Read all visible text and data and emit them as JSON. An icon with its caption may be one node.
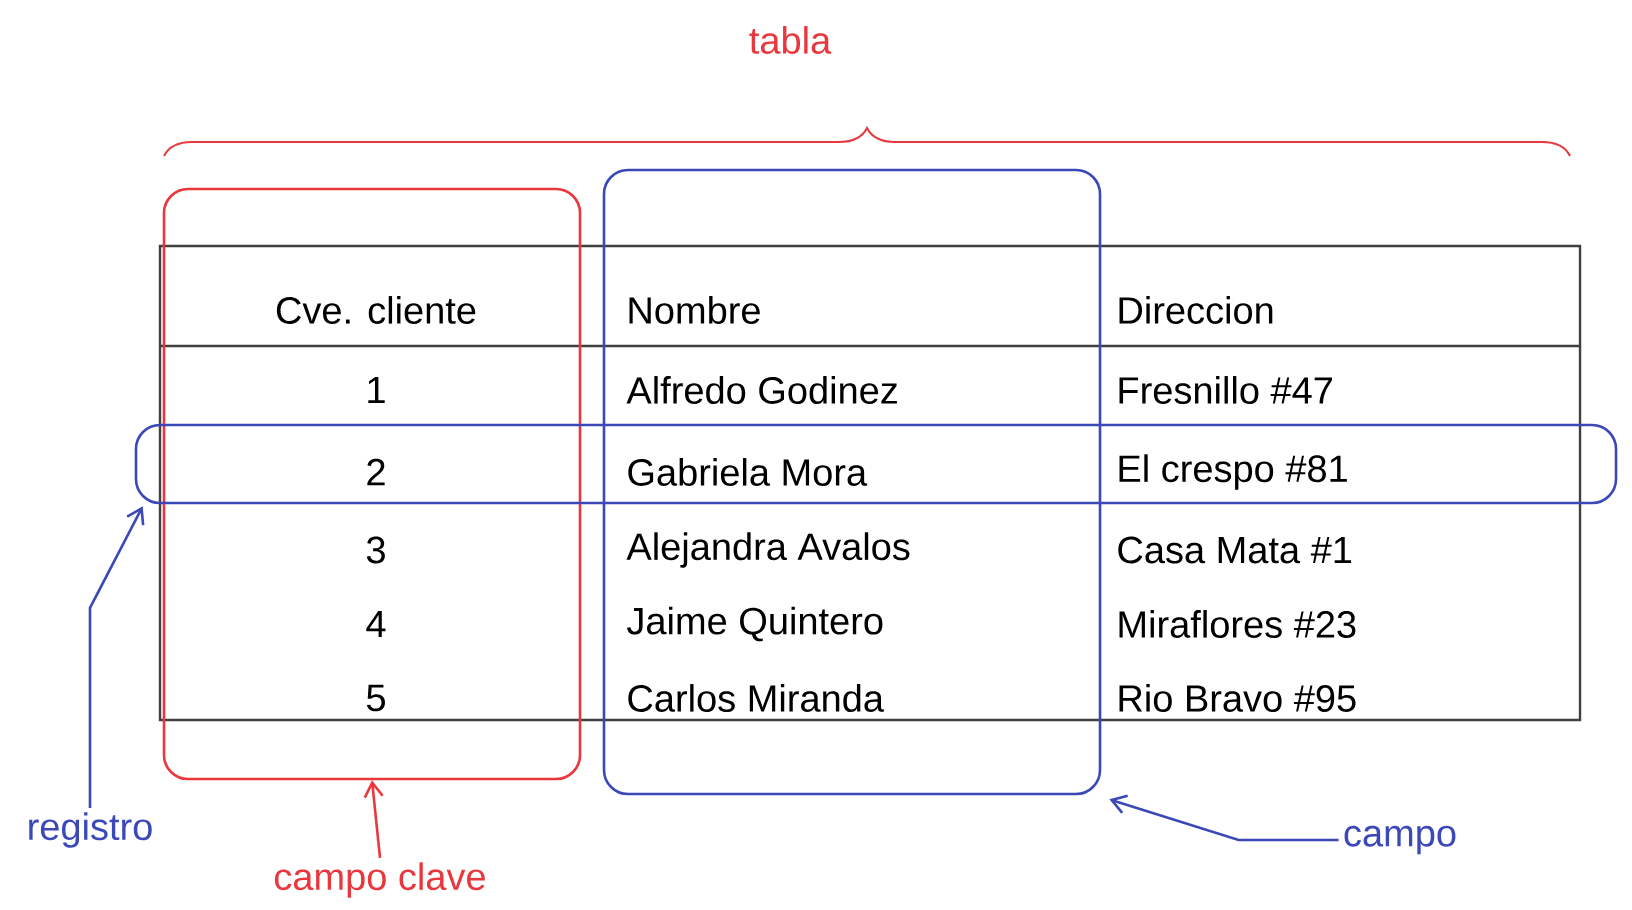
{
  "diagram": {
    "nodes": [
      {
        "text": [],
        "shape": "box"
      },
      {
        "text": [],
        "shape": "box"
      },
      {
        "text": [],
        "shape": "box"
      },
      {
        "text": [
          "registro"
        ]
      },
      {
        "text": [
          "campo clave"
        ]
      },
      {
        "text": [
          "campo"
        ]
      }
    ],
    "edges": [
      {
        "from": 3,
        "to": 2,
        "arrow": "to"
      },
      {
        "from": 4,
        "to": 0,
        "arrow": "to",
        "color": "#e8383d"
      },
      {
        "from": 5,
        "to": 1,
        "arrow": "to"
      }
    ],
    "labels": [
      "tabla",
      "Cve. cliente",
      "Nombre",
      "Direccion",
      "1",
      "Alfredo Godinez",
      "Fresnillo #47",
      "2",
      "Gabriela Mora",
      "El crespo #81",
      "3",
      "Alejandra Avalos",
      "Casa Mata #1",
      "4",
      "Jaime Quintero",
      "Miraflores #23",
      "5",
      "Carlos Miranda",
      "Rio Bravo #95"
    ]
  }
}
